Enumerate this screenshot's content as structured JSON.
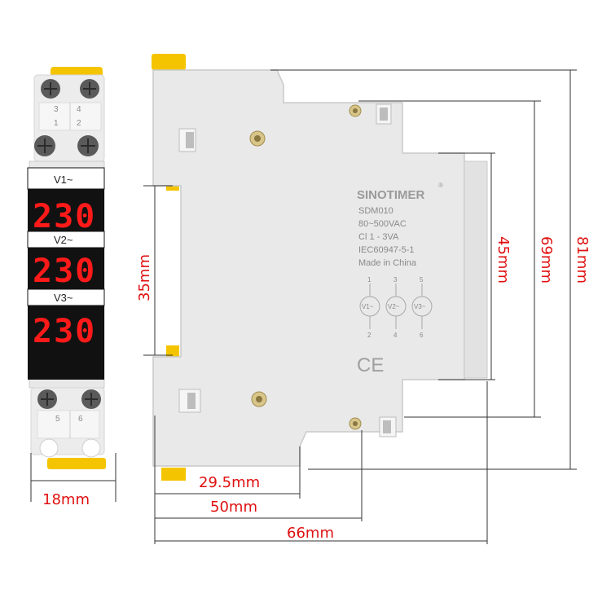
{
  "front": {
    "top_terminals": [
      "3",
      "4",
      "1",
      "2"
    ],
    "bottom_terminals": [
      "5",
      "6"
    ],
    "channels": [
      {
        "label": "V1~",
        "reading": "230"
      },
      {
        "label": "V2~",
        "reading": "230"
      },
      {
        "label": "V3~",
        "reading": "230"
      }
    ]
  },
  "side": {
    "brand": "SINOTIMER",
    "brand_mark": "®",
    "model": "SDM010",
    "voltage": "80~500VAC",
    "class": "Cl 1 - 3VA",
    "standard": "IEC60947-5-1",
    "origin": "Made in China",
    "circuit_top_pins": [
      "1",
      "3",
      "5"
    ],
    "circuit_bottom_pins": [
      "2",
      "4",
      "6"
    ],
    "circuit_labels": [
      "V1~",
      "V2~",
      "V3~"
    ],
    "ce_mark": "CE"
  },
  "dimensions": {
    "width": "18mm",
    "height_35": "35mm",
    "depth_29_5": "29.5mm",
    "depth_50": "50mm",
    "depth_66": "66mm",
    "height_45": "45mm",
    "height_69": "69mm",
    "height_81": "81mm"
  },
  "colors": {
    "dimension_red": "#e01010",
    "housing_grey": "#e9e9e9",
    "clip_yellow": "#f5c400",
    "display_red": "#ff1a1a"
  }
}
